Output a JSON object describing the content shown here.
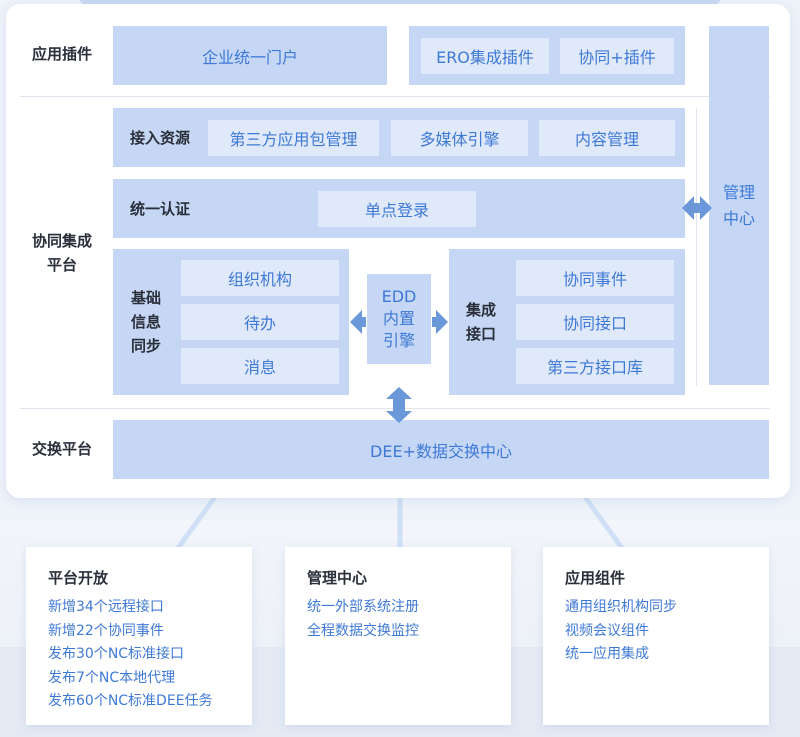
{
  "rows": {
    "app_plugins": "应用插件",
    "collab_platform": "协同集成\n平台",
    "exchange_platform": "交换平台"
  },
  "app_plugins": {
    "portal": "企业统一门户",
    "ero": "ERO集成插件",
    "collab_plus": "协同+插件"
  },
  "access_resources": {
    "label": "接入资源",
    "items": [
      "第三方应用包管理",
      "多媒体引擎",
      "内容管理"
    ]
  },
  "unified_auth": {
    "label": "统一认证",
    "sso": "单点登录"
  },
  "basic_sync": {
    "label": "基础\n信息\n同步",
    "items": [
      "组织机构",
      "待办",
      "消息"
    ]
  },
  "edd": {
    "label": "EDD\n内置\n引擎"
  },
  "integration": {
    "label": "集成\n接口",
    "items": [
      "协同事件",
      "协同接口",
      "第三方接口库"
    ]
  },
  "management_center": "管理\n中心",
  "exchange_center": "DEE+数据交换中心",
  "cards": [
    {
      "title": "平台开放",
      "items": [
        "新增34个远程接口",
        "新增22个协同事件",
        "发布30个NC标准接口",
        "发布7个NC本地代理",
        "发布60个NC标准DEE任务"
      ]
    },
    {
      "title": "管理中心",
      "items": [
        "统一外部系统注册",
        "全程数据交换监控"
      ]
    },
    {
      "title": "应用组件",
      "items": [
        "通用组织机构同步",
        "视频会议组件",
        "统一应用集成"
      ]
    }
  ],
  "colors": {
    "panel": "#c5d7f4",
    "box": "#dfe9fa",
    "accent_text": "#3f79d6",
    "arrow": "#6a98d8"
  }
}
